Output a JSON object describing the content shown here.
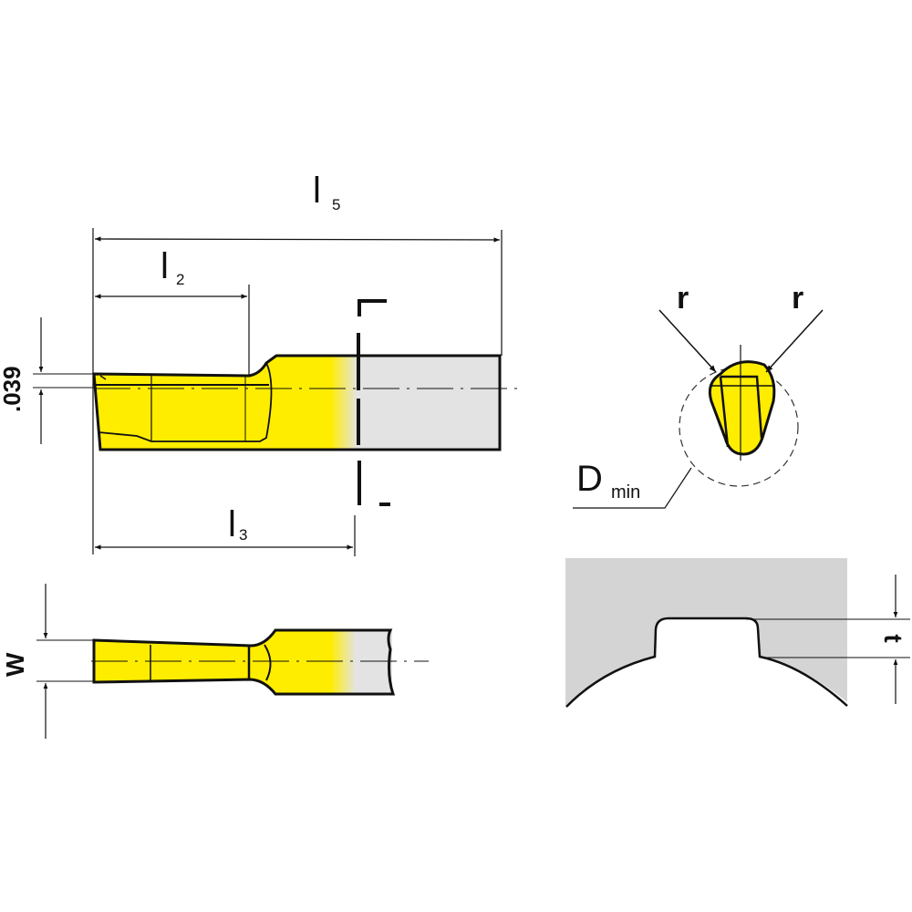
{
  "diagram": {
    "title": "Mini boring / grooving insert technical drawing",
    "colors": {
      "insert_yellow": "#FFED00",
      "shank_gray": "#E3E3E3",
      "workpiece_gray": "#D4D4D4",
      "line": "#111111"
    },
    "side_view": {
      "labels": {
        "l5": "l",
        "l5_sub": "5",
        "l2": "l",
        "l2_sub": "2",
        "l3": "l",
        "l3_sub": "3",
        "height_dim": ".039"
      }
    },
    "top_view": {
      "labels": {
        "w": "W"
      }
    },
    "end_view": {
      "labels": {
        "r_left": "r",
        "r_right": "r",
        "dmin": "D",
        "dmin_sub": "min"
      }
    },
    "groove_view": {
      "labels": {
        "t": "t"
      }
    }
  }
}
